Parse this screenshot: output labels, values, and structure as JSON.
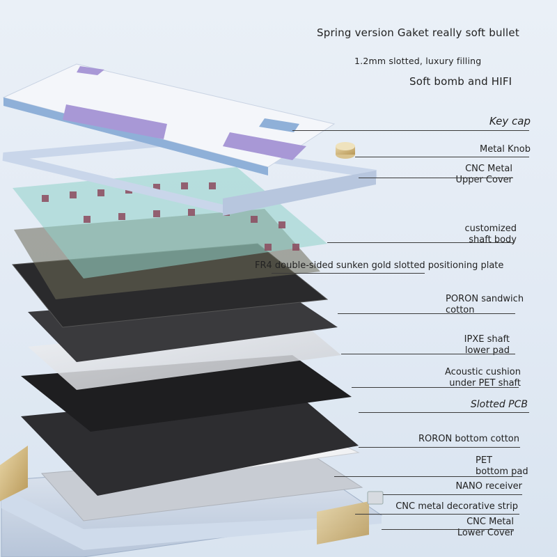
{
  "headlines": [
    "Spring version Gaket really soft bullet",
    "1.2mm slotted, luxury filling",
    "Soft bomb and HIFI"
  ],
  "labels": [
    {
      "id": "key-cap",
      "text": "Key cap"
    },
    {
      "id": "metal-knob",
      "text": "Metal Knob"
    },
    {
      "id": "upper-cover",
      "text": "CNC Metal\nUpper Cover"
    },
    {
      "id": "shaft-body",
      "text": "customized\nshaft body"
    },
    {
      "id": "positioning-plate",
      "text": "FR4 double-sided sunken gold slotted positioning plate"
    },
    {
      "id": "poron-sandwich",
      "text": "PORON sandwich\ncotton"
    },
    {
      "id": "ipxe-pad",
      "text": "IPXE shaft\nlower pad"
    },
    {
      "id": "acoustic-cushion",
      "text": "Acoustic cushion\nunder PET shaft"
    },
    {
      "id": "slotted-pcb",
      "text": "Slotted PCB"
    },
    {
      "id": "roron-bottom",
      "text": "RORON bottom cotton"
    },
    {
      "id": "pet-bottom-pad",
      "text": "PET\nbottom pad"
    },
    {
      "id": "nano-receiver",
      "text": "NANO receiver"
    },
    {
      "id": "decorative-strip",
      "text": "CNC metal decorative strip"
    },
    {
      "id": "lower-cover",
      "text": "CNC Metal\nLower Cover"
    }
  ],
  "colors": {
    "keycap_white": "#f4f6fa",
    "keycap_blue": "#8fb0d8",
    "keycap_purple": "#a898d6",
    "frame": "#c9d6ea",
    "switch_stem": "#8c4a5e",
    "switch_base": "#9fd7cf",
    "plate_dark": "#2a2a2c",
    "plate_gold": "#8a7d4a",
    "foam_light": "#e7e9ec",
    "knob_gold": "#c9a86a"
  }
}
